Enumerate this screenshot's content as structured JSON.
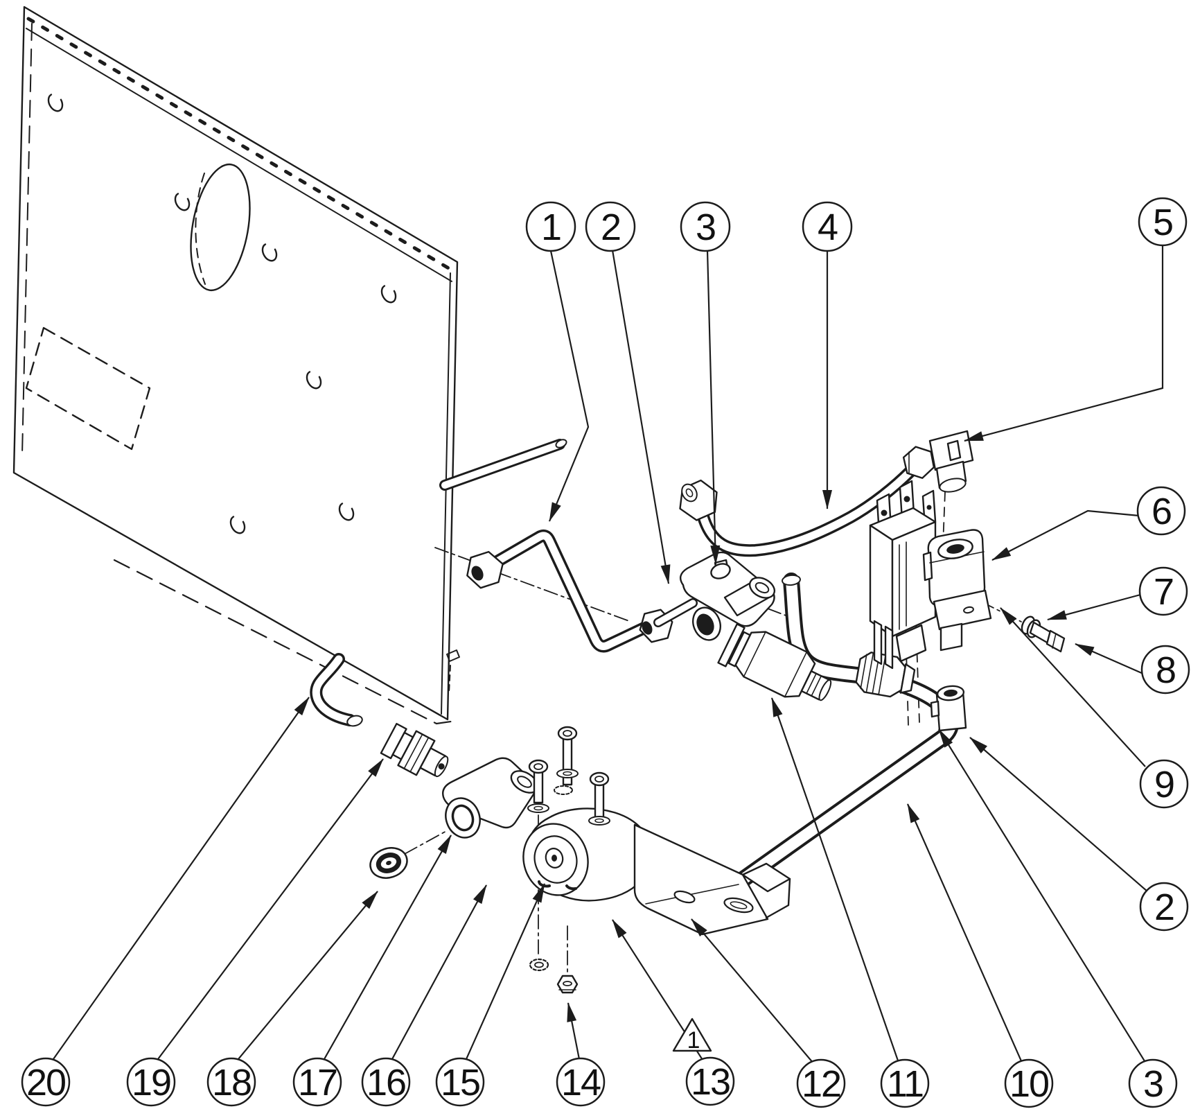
{
  "diagram": {
    "type": "exploded-parts-diagram",
    "background_color": "#ffffff",
    "line_color": "#1c1c1c",
    "callouts": [
      "1",
      "2",
      "3",
      "4",
      "5",
      "6",
      "7",
      "8",
      "9",
      "2",
      "20",
      "19",
      "18",
      "17",
      "16",
      "15",
      "14",
      "13",
      "12",
      "11",
      "10",
      "3"
    ],
    "note_flag": {
      "label": "1"
    }
  }
}
